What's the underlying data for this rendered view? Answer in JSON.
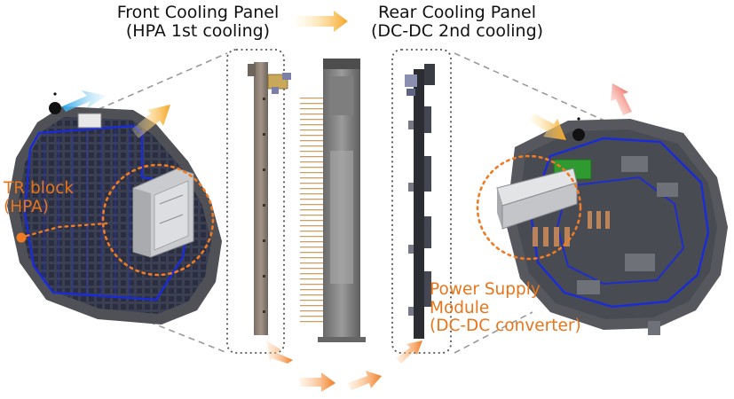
{
  "labels": {
    "front_line1": "Front Cooling Panel",
    "front_line2": "(HPA 1st cooling)",
    "rear_line1": "Rear Cooling Panel",
    "rear_line2": "(DC-DC 2nd cooling)",
    "tr_line1": "TR block",
    "tr_line2": "(HPA)",
    "psm_line1": "Power Supply",
    "psm_line2": "Module",
    "psm_line3": "(DC-DC converter)"
  },
  "colors": {
    "accent_orange": "#e8751a",
    "coolant_in": "#2ea8e8",
    "coolant_out": "#e53a2a",
    "flow_arrow": "#f5a623",
    "channel_blue": "#1a2bd8",
    "housing_gray": "#5a5c60"
  }
}
